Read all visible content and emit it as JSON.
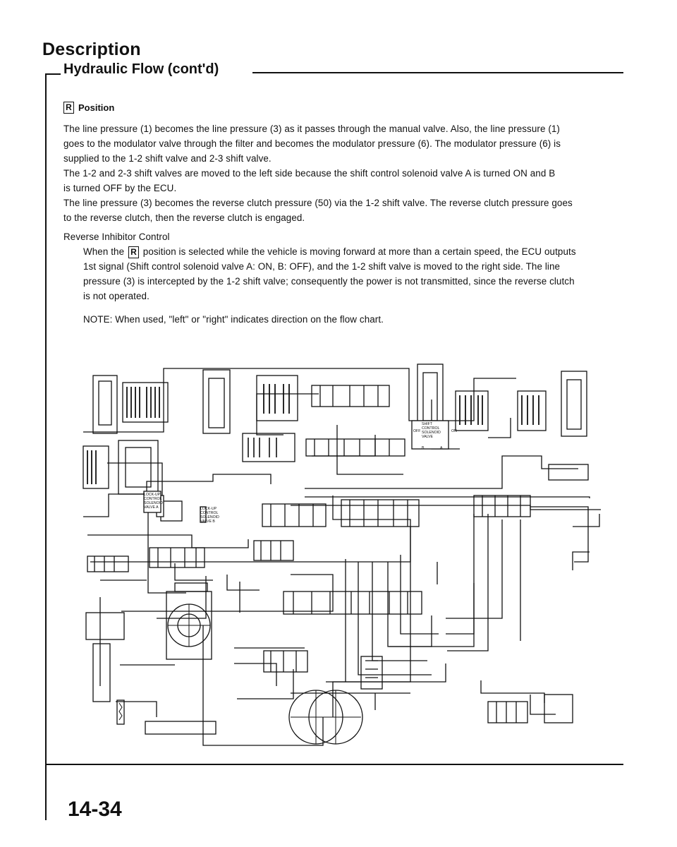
{
  "header": {
    "section_title": "Description",
    "subtitle": "Hydraulic Flow (cont'd)"
  },
  "position_heading": {
    "letter": "R",
    "label": "Position"
  },
  "paragraphs": {
    "p1_l1": "The line pressure (1) becomes the line pressure (3) as it passes through the manual valve. Also, the line pressure (1)",
    "p1_l2": "goes to the modulator valve through the filter and becomes the modulator pressure (6). The modulator pressure (6) is",
    "p1_l3": "supplied to the 1-2 shift valve and 2-3 shift valve.",
    "p2_l1": "The 1-2 and 2-3 shift valves are moved to the left side because the shift control solenoid valve A is turned ON and B",
    "p2_l2": "is turned OFF by the ECU.",
    "p3_l1": "The line pressure (3) becomes the reverse clutch pressure (50) via the 1-2 shift valve. The reverse clutch pressure goes",
    "p3_l2": "to the reverse clutch, then the reverse clutch is engaged."
  },
  "reverse_inhibitor": {
    "heading": "Reverse Inhibitor Control",
    "l1_pre": "When the",
    "l1_letter": "R",
    "l1_post": "position is selected while the vehicle is moving forward at more than a certain speed, the ECU outputs",
    "l2": "1st signal (Shift control solenoid valve A: ON, B: OFF), and the 1-2 shift valve is moved to the right side. The line",
    "l3": "pressure (3) is intercepted by the 1-2 shift valve; consequently the power is not transmitted, since the reverse clutch",
    "l4": "is not operated."
  },
  "note": "NOTE:  When used, \"left\" or \"right\" indicates direction on the flow chart.",
  "diagram_labels": {
    "shift_solenoid": [
      "SHIFT",
      "CONTROL",
      "SOLENOID",
      "VALVE"
    ],
    "off": "OFF",
    "on": "ON",
    "b": "B",
    "a": "A",
    "lockup_a": [
      "LOCK-UP",
      "CONTROL",
      "SOLENOID",
      "VALVE A"
    ],
    "lockup_b": [
      "LOCK-UP",
      "CONTROL",
      "SOLENOID",
      "VALVE B"
    ]
  },
  "footer": {
    "page_number": "14-34"
  }
}
